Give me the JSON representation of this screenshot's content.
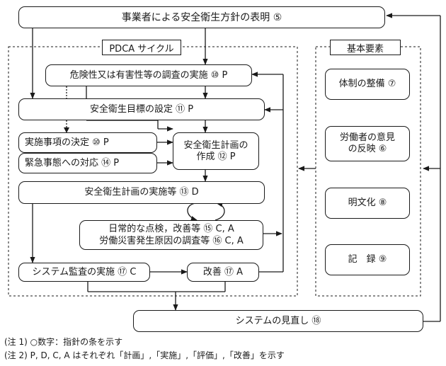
{
  "top_box": "事業者による安全衛生方針の表明 ⑤",
  "pdca_title": "PDCA サイクル",
  "basic_title": "基本要素",
  "pdca_boxes": {
    "risk_survey": "危険性又は有害性等の調査の実施 ⑩ P",
    "goal_setting": "安全衛生目標の設定 ⑪ P",
    "decide_items": "実施事項の決定 ⑩ P",
    "emergency": "緊急事態への対応 ⑭ P",
    "plan_create_1": "安全衛生計画の",
    "plan_create_2": "作成 ⑫ P",
    "plan_execute": "安全衛生計画の実施等 ⑬ D",
    "check_1": "日常的な点検，改善等 ⑮ C, A",
    "check_2": "労働災害発生原因の調査等 ⑯ C, A",
    "audit": "システム監査の実施 ⑰ C",
    "improve": "改善 ⑰ A"
  },
  "basic_boxes": {
    "system": "体制の整備 ⑦",
    "opinion_1": "労働者の意見",
    "opinion_2": "の反映 ⑥",
    "document": "明文化 ⑧",
    "record": "記　録 ⑨"
  },
  "bottom_box": "システムの見直し ⑱",
  "notes": {
    "note1": "(注 1) ○数字：指針の条を示す",
    "note2": "(注 2) P, D, C, A はそれぞれ「計画」,「実施」,「評価」,「改善」を示す"
  }
}
